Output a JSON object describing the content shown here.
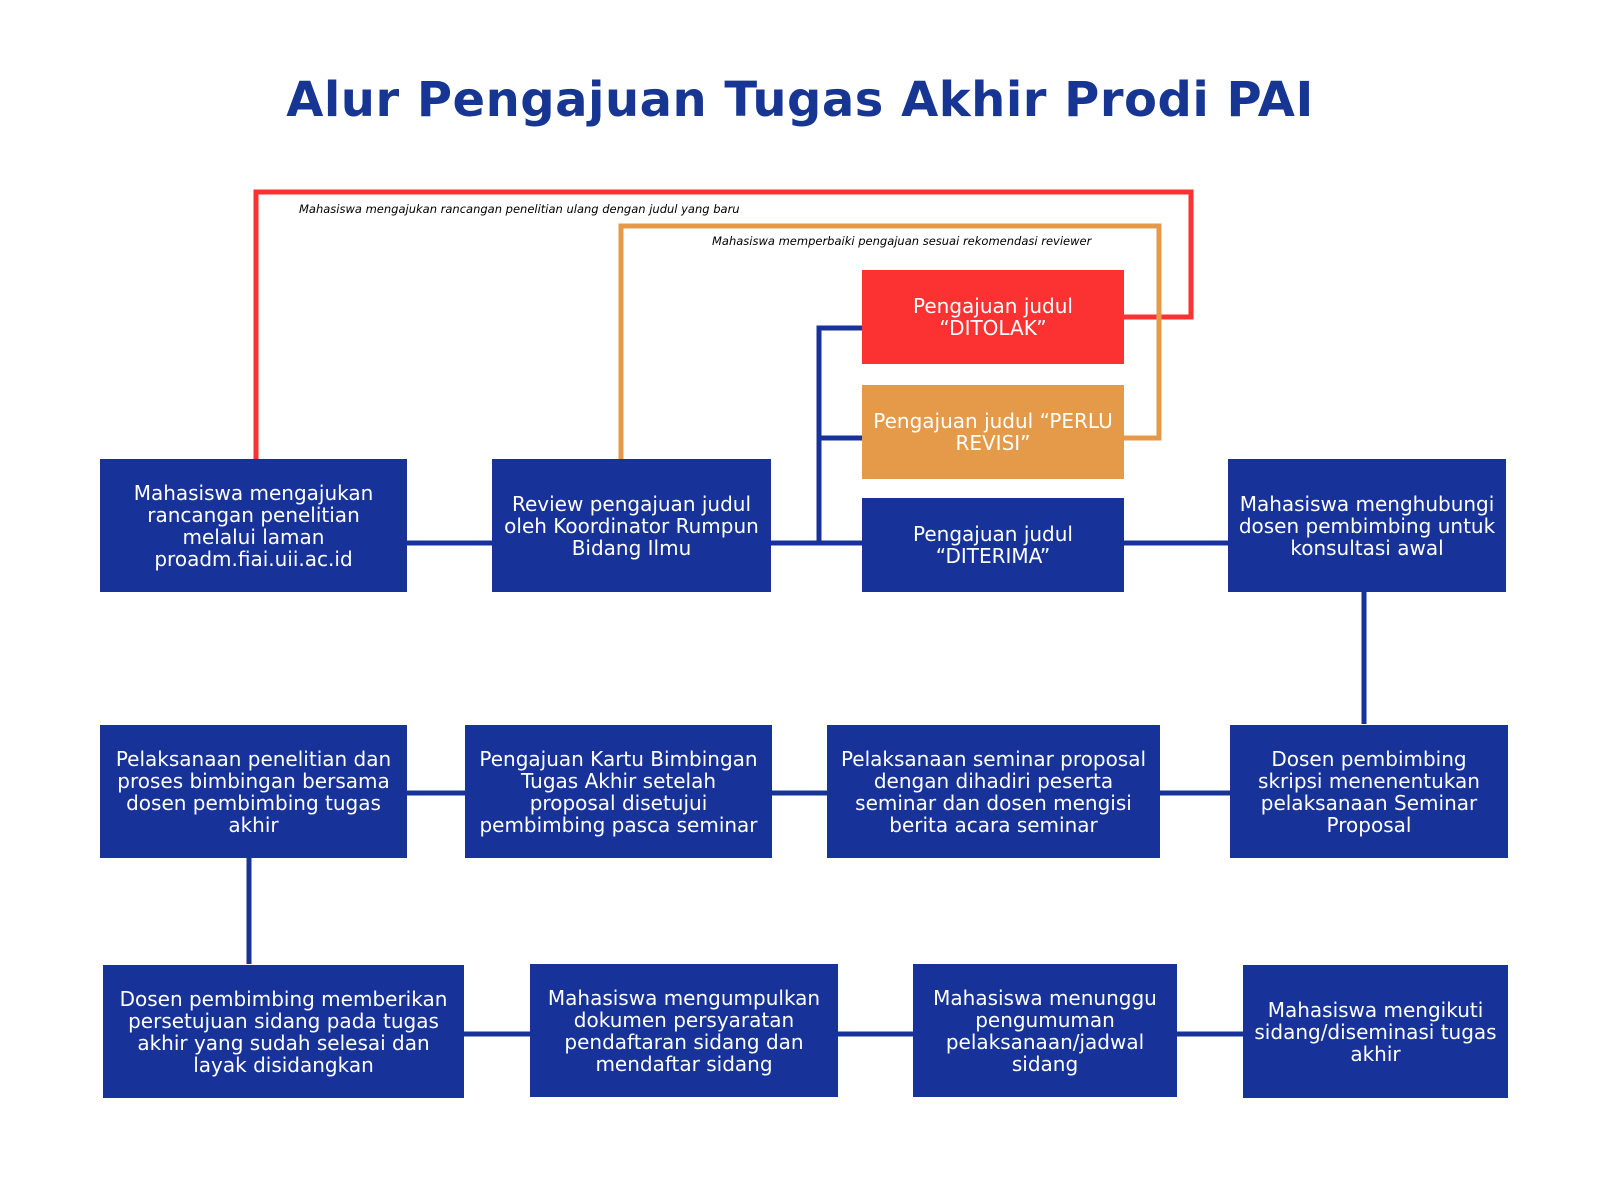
{
  "title": "Alur Pengajuan Tugas Akhir Prodi PAI",
  "colors": {
    "primary": "#17339a",
    "rejected": "#fc3232",
    "revision": "#e59a4a",
    "background": "#ffffff"
  },
  "loop_notes": {
    "rejected": "Mahasiswa mengajukan rancangan penelitian ulang dengan judul yang baru",
    "revision": "Mahasiswa memperbaiki pengajuan sesuai rekomendasi reviewer"
  },
  "nodes": {
    "submit": "Mahasiswa mengajukan rancangan penelitian melalui laman proadm.fiai.uii.ac.id",
    "review": "Review pengajuan judul oleh Koordinator Rumpun Bidang Ilmu",
    "rejected": "Pengajuan judul “DITOLAK”",
    "revision": "Pengajuan judul “PERLU REVISI”",
    "accepted": "Pengajuan judul “DITERIMA”",
    "consult": "Mahasiswa menghubungi dosen pembimbing untuk konsultasi awal",
    "seminar_schedule": "Dosen pembimbing skripsi menenentukan pelaksanaan Seminar Proposal",
    "seminar": "Pelaksanaan seminar proposal dengan dihadiri peserta seminar dan dosen mengisi berita acara seminar",
    "guidance_card": "Pengajuan Kartu Bimbingan Tugas Akhir setelah proposal disetujui pembimbing pasca seminar",
    "research": "Pelaksanaan penelitian dan proses bimbingan bersama dosen pembimbing tugas akhir",
    "defense_approval": "Dosen pembimbing memberikan persetujuan sidang pada tugas akhir yang sudah selesai dan layak disidangkan",
    "registration": "Mahasiswa mengumpulkan dokumen persyaratan pendaftaran sidang dan mendaftar sidang",
    "announcement": "Mahasiswa menunggu pengumuman pelaksanaan/jadwal sidang",
    "defense": "Mahasiswa mengikuti sidang/diseminasi tugas akhir"
  }
}
